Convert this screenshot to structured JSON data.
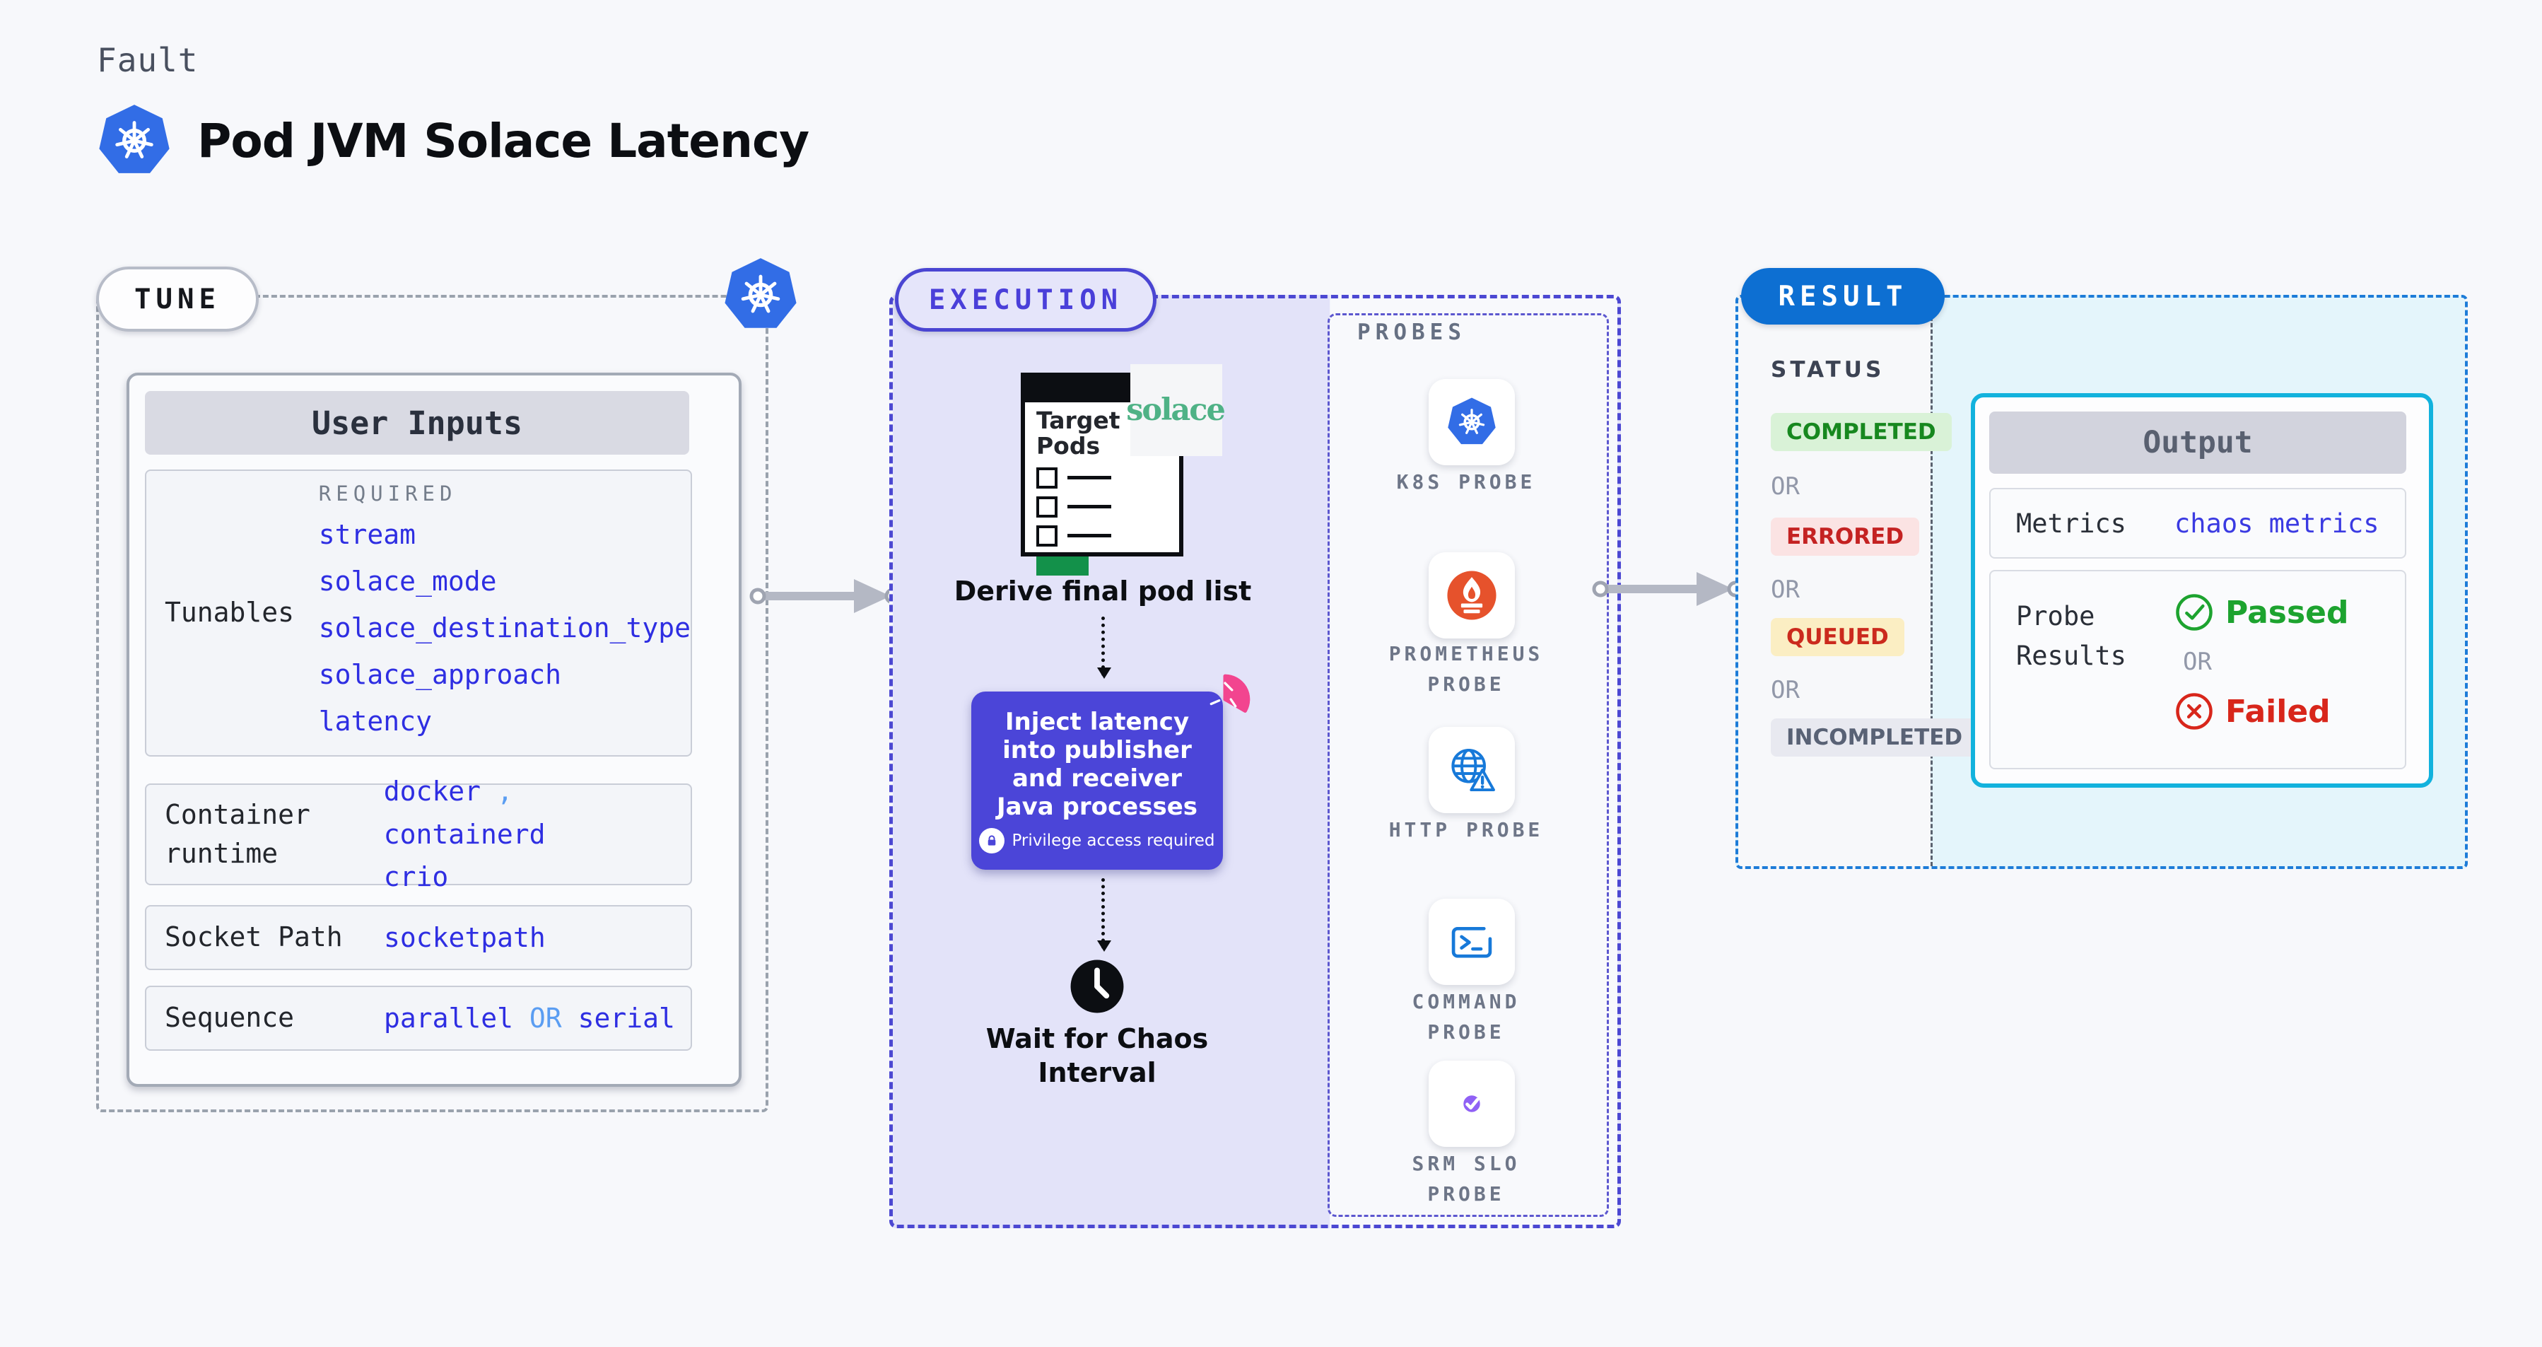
{
  "header": {
    "fault_label": "Fault",
    "title": "Pod JVM Solace Latency"
  },
  "tune": {
    "badge": "TUNE",
    "user_inputs": {
      "header": "User Inputs",
      "tunables": {
        "label": "Tunables",
        "required_label": "REQUIRED",
        "links": [
          "stream",
          "solace_mode",
          "solace_destination_type",
          "solace_approach",
          "latency"
        ]
      },
      "container_runtime": {
        "label": "Container runtime",
        "value_1": "docker",
        "separator": ",",
        "value_2": "containerd",
        "value_3": "crio"
      },
      "socket_path": {
        "label": "Socket Path",
        "value": "socketpath"
      },
      "sequence": {
        "label": "Sequence",
        "value_1": "parallel",
        "or": "OR",
        "value_2": "serial"
      }
    }
  },
  "execution": {
    "badge": "EXECUTION",
    "target_window": {
      "title": "Target Pods"
    },
    "solace_logo": "solace",
    "derive_label": "Derive final pod list",
    "inject": {
      "text": "Inject latency into publisher and receiver Java processes",
      "privilege": "Privilege access required"
    },
    "wait_label": "Wait for Chaos Interval"
  },
  "probes": {
    "label": "PROBES",
    "items": [
      {
        "label": "K8S PROBE",
        "icon": "kubernetes-icon"
      },
      {
        "label": "PROMETHEUS PROBE",
        "icon": "prometheus-icon"
      },
      {
        "label": "HTTP PROBE",
        "icon": "http-globe-icon"
      },
      {
        "label": "COMMAND PROBE",
        "icon": "terminal-icon"
      },
      {
        "label": "SRM SLO PROBE",
        "icon": "slo-gauge-icon"
      }
    ]
  },
  "result": {
    "badge": "RESULT",
    "status_label": "STATUS",
    "or_label": "OR",
    "statuses": [
      {
        "label": "COMPLETED",
        "fg": "#17881f",
        "bg": "#d9f2d7"
      },
      {
        "label": "ERRORED",
        "fg": "#c42222",
        "bg": "#fbe3e3"
      },
      {
        "label": "QUEUED",
        "fg": "#cb2a1d",
        "bg": "#fbeec3"
      },
      {
        "label": "INCOMPLETED",
        "fg": "#596275",
        "bg": "#e8e9f0"
      }
    ],
    "output": {
      "header": "Output",
      "metrics_label": "Metrics",
      "metrics_value": "chaos metrics",
      "probe_results_label": "Probe Results",
      "passed_label": "Passed",
      "or_label": "OR",
      "failed_label": "Failed"
    }
  },
  "colors": {
    "accent_indigo": "#4b45d8",
    "accent_blue": "#0d6fd2",
    "accent_cyan": "#12b2dd",
    "kubernetes_blue": "#326de6",
    "prometheus_orange": "#e6522c",
    "solace_green": "#4fb286",
    "link_blue": "#2e2ee2",
    "passed_green": "#1da32f",
    "failed_red": "#d8261b",
    "lavender_bg": "#e3e3f9",
    "result_cyan_bg": "#e4f5fb"
  }
}
